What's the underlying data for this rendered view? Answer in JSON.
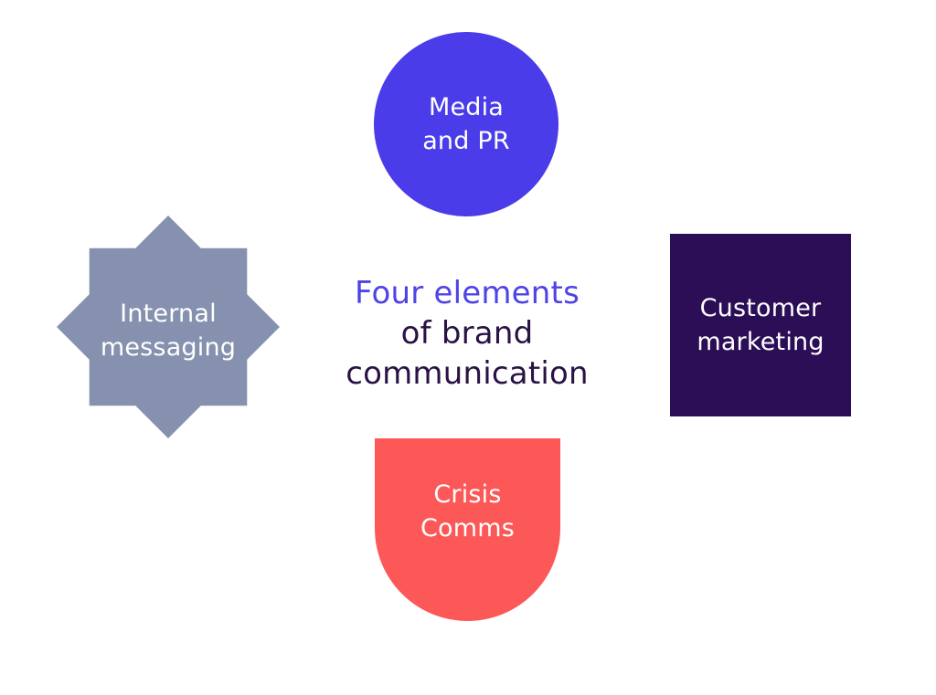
{
  "title": {
    "line1": "Four elements",
    "line2": "of brand",
    "line3": "communication",
    "accent_color": "#4E44E6",
    "dark_color": "#291244"
  },
  "shapes": {
    "media_pr": {
      "shape": "circle",
      "color": "#4A3CE8",
      "label_line1": "Media",
      "label_line2": "and PR",
      "text_color": "#FFFFFF"
    },
    "internal_messaging": {
      "shape": "eight-point-star",
      "color": "#8691AF",
      "label_line1": "Internal",
      "label_line2": "messaging",
      "text_color": "#FFFFFF"
    },
    "customer_marketing": {
      "shape": "square",
      "color": "#2C0E56",
      "label_line1": "Customer",
      "label_line2": "marketing",
      "text_color": "#FFFFFF"
    },
    "crisis_comms": {
      "shape": "arch",
      "color": "#FC5858",
      "label_line1": "Crisis",
      "label_line2": "Comms",
      "text_color": "#FFFFFF"
    }
  },
  "background_color": "#FFFFFF"
}
